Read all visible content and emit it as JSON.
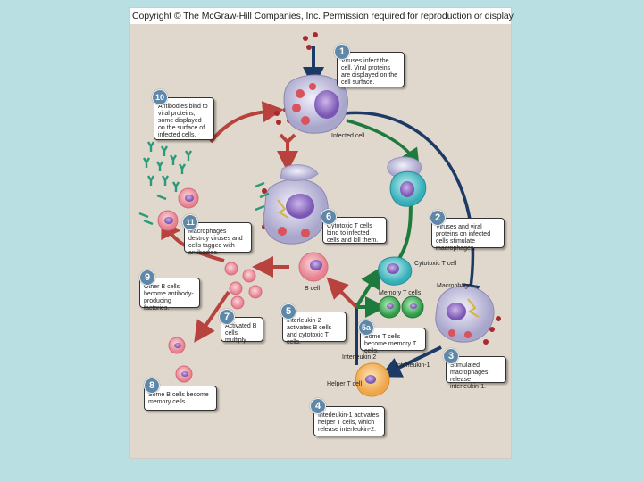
{
  "copyright": "Copyright © The McGraw-Hill Companies, Inc. Permission required for reproduction or display.",
  "colors": {
    "slide_background": "#b9dfe2",
    "panel_background": "#e0d8cc",
    "antibody_pathway_arrow": "#b8423e",
    "cytotoxic_pathway_arrow": "#1f7a3e",
    "interleukin_pathway_arrow": "#1b3a66",
    "badge": "#5f87a8",
    "virus": "#a82a30"
  },
  "steps": [
    {
      "number": "1",
      "text": "Viruses infect the cell. Viral proteins are displayed on the cell surface."
    },
    {
      "number": "2",
      "text": "Viruses and viral proteins on infected cells stimulate macrophages."
    },
    {
      "number": "3",
      "text": "Stimulated macrophages release interleukin-1."
    },
    {
      "number": "4",
      "text": "Interleukin-1 activates helper T cells, which release interleukin-2."
    },
    {
      "number": "5",
      "text": "Interleukin-2 activates B cells and cytotoxic T cells."
    },
    {
      "number": "5a",
      "text": "Some T cells become memory T cells."
    },
    {
      "number": "6",
      "text": "Cytotoxic T cells bind to infected cells and kill them."
    },
    {
      "number": "7",
      "text": "Activated B cells multiply."
    },
    {
      "number": "8",
      "text": "Some B cells become memory cells."
    },
    {
      "number": "9",
      "text": "Other B cells become antibody-producing factories."
    },
    {
      "number": "10",
      "text": "Antibodies bind to viral proteins, some displayed on the surface of infected cells."
    },
    {
      "number": "11",
      "text": "Macrophages destroy viruses and cells tagged with antibodies."
    }
  ],
  "labels": {
    "infected_cell": "Infected cell",
    "cytotoxic_t_cell": "Cytotoxic T cell",
    "memory_t_cells": "Memory T cells",
    "macrophage": "Macrophage",
    "b_cell": "B cell",
    "helper_t_cell": "Helper T cell",
    "interleukin_1": "Interleukin-1",
    "interleukin_2": "Interleukin 2"
  }
}
